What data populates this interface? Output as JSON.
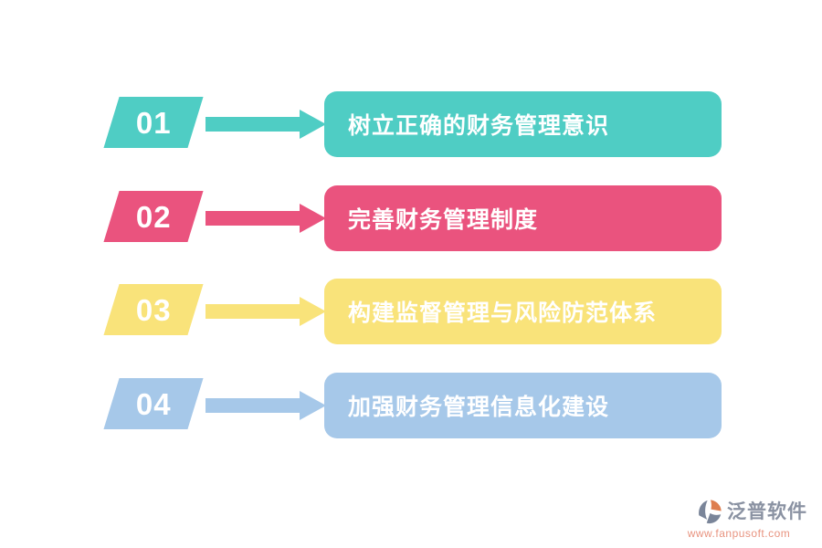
{
  "steps": [
    {
      "number": "01",
      "label": "树立正确的财务管理意识",
      "color": "#4FCDC4"
    },
    {
      "number": "02",
      "label": "完善财务管理制度",
      "color": "#EA537E"
    },
    {
      "number": "03",
      "label": "构建监督管理与风险防范体系",
      "color": "#F9E37A"
    },
    {
      "number": "04",
      "label": "加强财务管理信息化建设",
      "color": "#A6C8E9"
    }
  ],
  "watermark": {
    "brand": "泛普软件",
    "url": "www.fanpusoft.com",
    "brand_color": "#8A92A2",
    "url_color": "#E8937F",
    "logo_orange": "#DE7E4F",
    "logo_gray": "#7A8599"
  }
}
